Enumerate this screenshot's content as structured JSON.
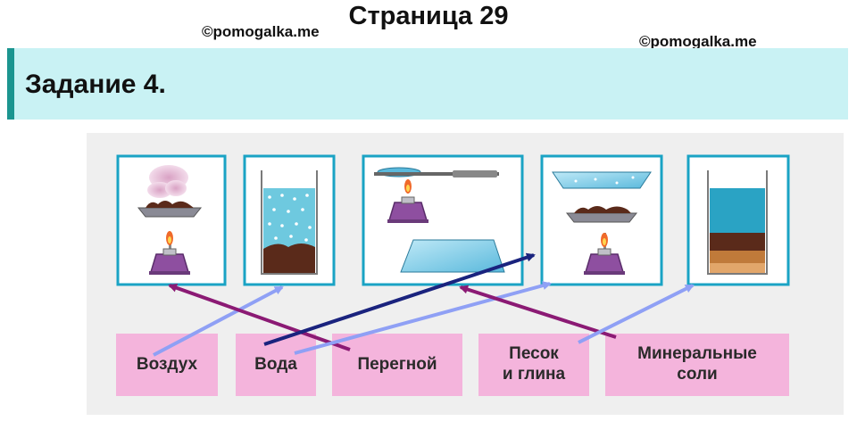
{
  "header": {
    "page_title": "Страница 29",
    "watermark_left": "©pomogalka.me",
    "watermark_right": "©pomogalka.me"
  },
  "task": {
    "title": "Задание 4."
  },
  "labels": [
    {
      "id": "air",
      "text": "Воздух"
    },
    {
      "id": "water",
      "text": "Вода"
    },
    {
      "id": "humus",
      "text": "Перегной"
    },
    {
      "id": "sand-clay",
      "text": "Песок\nи  глина"
    },
    {
      "id": "minerals",
      "text": "Минеральные\nсоли"
    }
  ],
  "experiments": [
    {
      "id": "experiment-1",
      "icon": "heated-soil-smoke-icon"
    },
    {
      "id": "experiment-2",
      "icon": "soil-in-water-bubbles-icon"
    },
    {
      "id": "experiment-3",
      "icon": "heated-plate-burner-glass-icon"
    },
    {
      "id": "experiment-4",
      "icon": "heated-soil-glass-condensation-icon"
    },
    {
      "id": "experiment-5",
      "icon": "settled-soil-layers-glass-icon"
    }
  ],
  "colors": {
    "task_bar_bg": "#c9f2f4",
    "task_bar_accent": "#1b9590",
    "figure_bg": "#efefef",
    "frame": "#1aa3c4",
    "label_bg": "#f4b4dc",
    "arrow_light": "#8fa0f5",
    "arrow_purple": "#8b1a74",
    "arrow_navy": "#1a237e"
  }
}
